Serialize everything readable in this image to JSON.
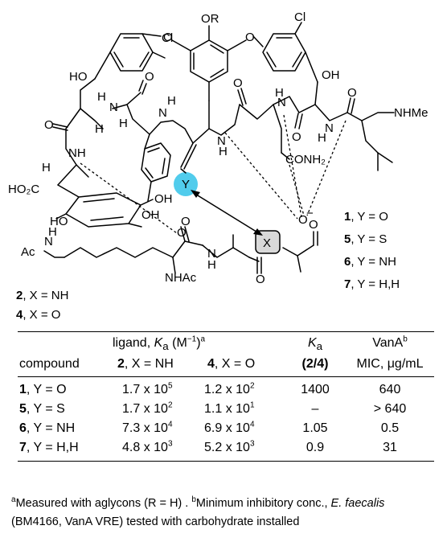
{
  "scheme": {
    "substituent_or": "OR",
    "cl_left": "Cl",
    "cl_right": "Cl",
    "ho_top_left": "HO",
    "oh_top_right": "OH",
    "o_bridge_left": "O",
    "o_bridge_right": "O",
    "nh_1": "N",
    "h_1": "H",
    "nh_2": "N",
    "h_2": "H",
    "nh_3": "N",
    "h_3": "H",
    "nh_4": "N",
    "h_4": "H",
    "nh_5": "N",
    "h_5": "H",
    "nhme": "NHMe",
    "o_1": "O",
    "o_2": "O",
    "o_3": "O",
    "o_4": "O",
    "h_alpha_1": "H",
    "h_alpha_2": "H",
    "y_label": "Y",
    "nh_6": "NH",
    "h_alpha_3": "H",
    "ho2c": "HO₂C",
    "oh_ring_1": "OH",
    "oh_ring_2": "OH",
    "ho_ring": "HO",
    "conh2": "CONH₂",
    "o_carboxylate": "O",
    "o_minus": "O",
    "minus": "−",
    "x_label": "X",
    "ac": "Ac",
    "nh_ac_left": "N",
    "h_ac_left": "H",
    "nhac": "NHAc",
    "n_amide": "N",
    "h_amide": "H",
    "o_lig_1": "O",
    "o_lig_2": "O",
    "o_lig_3": "O",
    "o_lig_4": "O",
    "legend_series_1": [
      "1",
      ", Y = O"
    ],
    "legend_series_5": [
      "5",
      ", Y = S"
    ],
    "legend_series_6": [
      "6",
      ", Y = NH"
    ],
    "legend_series_7": [
      "7",
      ", Y = H,H"
    ],
    "ligand_2": [
      "2",
      ", X = NH"
    ],
    "ligand_4": [
      "4",
      ", X = O"
    ],
    "highlight_color": "#3ec6ea"
  },
  "table": {
    "header_line1": {
      "ligand_prefix": "ligand, ",
      "ka_k": "K",
      "ka_sub": "a",
      "ligand_units": " (M",
      "ligand_units_sup": "−1",
      "ligand_units_close": ")",
      "ligand_fn": "a",
      "col_ka": "K",
      "col_ka_sub": "a",
      "col_vana": "VanA",
      "col_vana_fn": "b"
    },
    "header_line2": {
      "compound": "compound",
      "col2_num": "2",
      "col2_rest": ", X = NH",
      "col4_num": "4",
      "col4_rest": ", X = O",
      "ratio": "(2/4)",
      "mic": "MIC, μg/mL"
    },
    "rows": [
      {
        "num": "1",
        "y": ", Y = O",
        "k2": "1.7 x 10",
        "k2e": "5",
        "k4": "1.2 x 10",
        "k4e": "2",
        "ratio": "1400",
        "mic": "640"
      },
      {
        "num": "5",
        "y": ", Y = S",
        "k2": "1.7 x 10",
        "k2e": "2",
        "k4": "1.1 x 10",
        "k4e": "1",
        "ratio": "–",
        "mic": "> 640"
      },
      {
        "num": "6",
        "y": ", Y = NH",
        "k2": "7.3 x 10",
        "k2e": "4",
        "k4": "6.9 x 10",
        "k4e": "4",
        "ratio": "1.05",
        "mic": "0.5"
      },
      {
        "num": "7",
        "y": ", Y = H,H",
        "k2": "4.8 x 10",
        "k2e": "3",
        "k4": "5.2 x 10",
        "k4e": "3",
        "ratio": "0.9",
        "mic": "31"
      }
    ]
  },
  "footnote": {
    "a_mark": "a",
    "a_text": "Measured with aglycons (R = H) . ",
    "b_mark": "b",
    "b_text": "Minimum inhibitory conc., ",
    "b_italic": "E. faecalis",
    "b_tail": " (BM4166, VanA VRE) tested with carbohydrate installed"
  }
}
